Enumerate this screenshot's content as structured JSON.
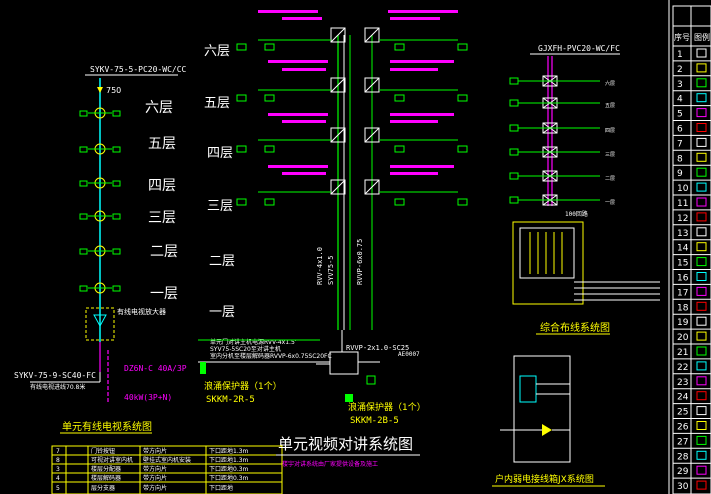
{
  "cable_tv": {
    "cable_spec": "SYKV-75-5-PC20-WC/CC",
    "first_label": "750",
    "floors": [
      "六层",
      "五层",
      "四层",
      "三层",
      "二层",
      "一层"
    ],
    "amplifier_label": "有线电视放大器",
    "bottom_spec": "SYKV-75-9-SC40-FC",
    "bottom_note": "有线电视进线70.8米",
    "breaker_label": "DZ6N-C 40A/3P",
    "power_label": "40kW(3P+N)",
    "title": "单元有线电视系统图"
  },
  "video_intercom": {
    "floors": [
      "六层",
      "五层",
      "四层",
      "三层",
      "二层",
      "一层"
    ],
    "riser_labels": [
      "RVV-4x1.0",
      "SYV75-5",
      "RVVP-6x0.75"
    ],
    "main_cable": "RVVP-2x1.0-SC25",
    "main_cable_2": "AE0007",
    "access_notes": [
      "单元门对讲主机电源RVV-4x1.5’",
      "SYV75-5SC20至对讲主机",
      "室内分机至楼层解码器RVVP-6x0.75SC20FC"
    ],
    "protector_1": "浪涌保护器（1个）",
    "protector_1_model": "SKKM-2R-5",
    "protector_2": "浪涌保护器（1个）",
    "protector_2_model": "SKKM-2B-5",
    "title": "单元视频对讲系统图",
    "note": "楼宇对讲系统由厂家提供设备及施工"
  },
  "integrated_wiring": {
    "cable_spec": "GJXFH-PVC20-WC/FC",
    "floors": [
      "六层",
      "五层",
      "四层",
      "三层",
      "二层",
      "一层"
    ],
    "bottom_label": "100回路",
    "title": "综合布线系统图"
  },
  "household_box": {
    "title": "户内弱电接线箱JX系统图"
  },
  "legend_table": {
    "rows": [
      [
        "7",
        "门铃按钮",
        "带方向片",
        "下口距地1.3m"
      ],
      [
        "8",
        "可视对讲室内机",
        "壁挂式室内机安装",
        "下口距地1.3m"
      ],
      [
        "3",
        "楼层分配器",
        "带方向片",
        "下口距地0.3m"
      ],
      [
        "4",
        "楼层解码器",
        "带方向片",
        "下口距地0.3m"
      ],
      [
        "5",
        "层分支器",
        "带方向片",
        "下口距地"
      ]
    ]
  },
  "symbols_table": {
    "header": [
      "序号",
      "图例"
    ],
    "numbers": [
      "1",
      "2",
      "3",
      "4",
      "5",
      "6",
      "7",
      "8",
      "9",
      "10",
      "11",
      "12",
      "13",
      "14",
      "15",
      "16",
      "17",
      "18",
      "19",
      "20",
      "21",
      "22",
      "23",
      "24",
      "25",
      "26",
      "27",
      "28",
      "29",
      "30"
    ]
  }
}
